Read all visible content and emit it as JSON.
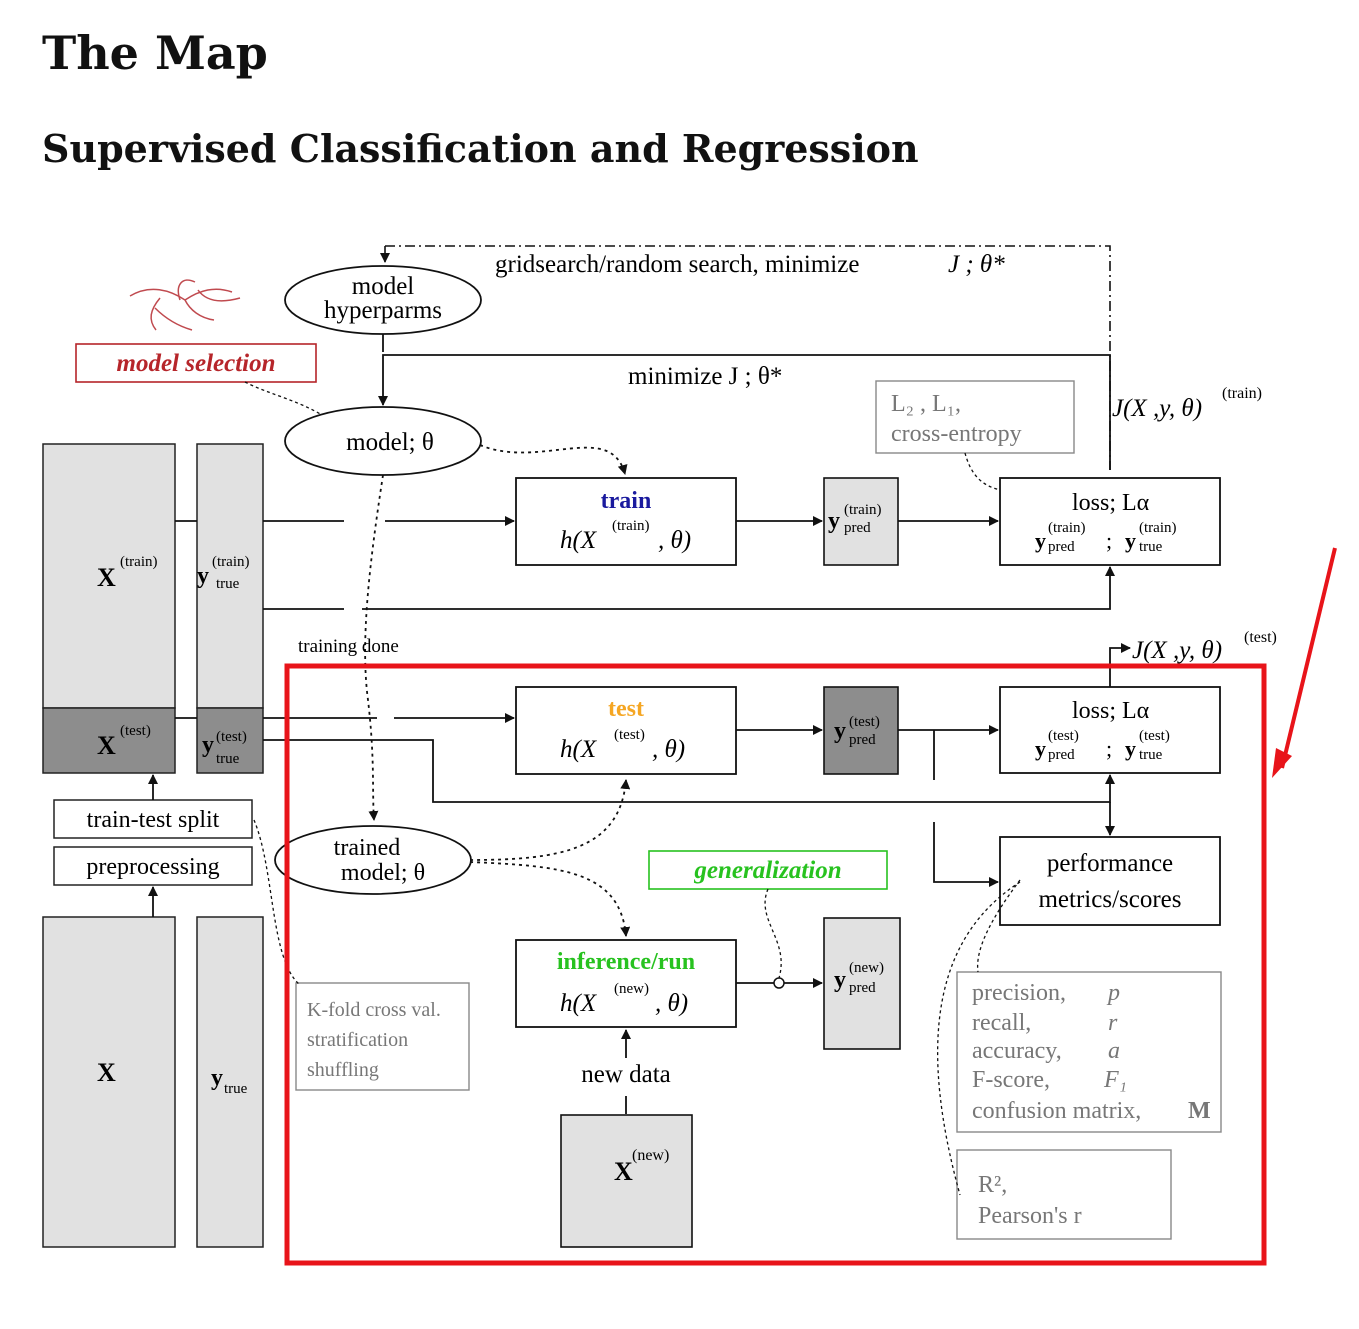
{
  "page": {
    "title": "The Map",
    "subtitle": "Supervised Classification and Regression"
  },
  "colors": {
    "highlight_box": "#e8141a",
    "model_selection": "#b6252a",
    "train_label": "#1a1a9e",
    "test_label": "#f5a623",
    "inference_label": "#27c21f",
    "generalization": "#27c21f",
    "note_text": "#777777",
    "light_fill": "#e1e1e1",
    "dark_fill": "#8d8d8d"
  },
  "diagram": {
    "search_label": "gridsearch/random search, minimize",
    "search_symbol": "J ; θ*",
    "hyperparams": [
      "model",
      "hyperparms"
    ],
    "minimize_label": "minimize J ;  θ*",
    "model_selection": "model selection",
    "model_theta": "model;  θ",
    "loss_note": [
      "L₂ , L₁,",
      "cross-entropy"
    ],
    "j_train": "J(X ,y, θ)",
    "j_train_sup": "(train)",
    "j_test": "J(X ,y, θ)",
    "j_test_sup": "(test)",
    "train_title": "train",
    "test_title": "test",
    "inference_title": "inference/run",
    "h_fn": "h(X",
    "h_tail": ", θ)",
    "sup_train": "(train)",
    "sup_test": "(test)",
    "sup_new": "(new)",
    "X": "X",
    "y": "y",
    "sub_true": "true",
    "sub_pred": "pred",
    "loss_label": "loss; Lα",
    "semicolon": ";",
    "training_done": "training done",
    "train_test_split": "train-test split",
    "preprocessing": "preprocessing",
    "trained_model": [
      "trained",
      "model;  θ"
    ],
    "kfold_note": [
      "K-fold cross val.",
      "stratification",
      "shuffling"
    ],
    "generalization": "generalization",
    "new_data": "new data",
    "performance": [
      "performance",
      "metrics/scores"
    ],
    "metrics": [
      {
        "name": "precision,",
        "sym": "p"
      },
      {
        "name": "recall,",
        "sym": "r"
      },
      {
        "name": "accuracy,",
        "sym": "a"
      },
      {
        "name": "F-score,",
        "sym": "F₁"
      },
      {
        "name": "confusion matrix,",
        "sym": "M"
      }
    ],
    "regression_note": [
      "R²,",
      "Pearson's r"
    ]
  }
}
